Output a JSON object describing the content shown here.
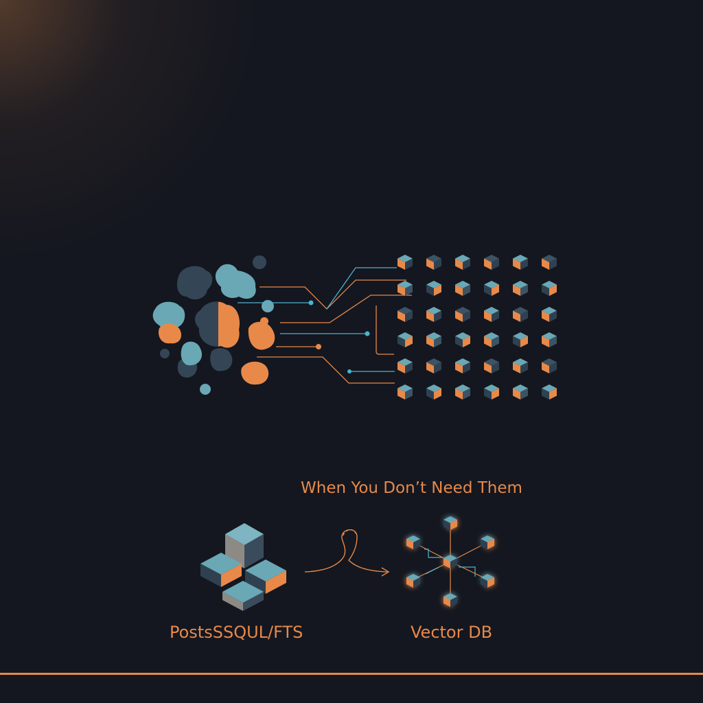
{
  "subtitle": "When You Don’t Need Them",
  "left_label": "PostsSSQUL/FTS",
  "right_label": "Vector DB",
  "colors": {
    "background": "#14171f",
    "accent": "#e8894a",
    "teal": "#6aa8b6",
    "slate": "#344656",
    "cyan_line": "#4db3cf"
  },
  "icons": {
    "left": "stacked-cubes-icon",
    "arrow": "looping-arrow-icon",
    "right": "network-cubes-icon",
    "top_left": "data-blobs-icon",
    "top_right": "cube-grid-icon"
  }
}
